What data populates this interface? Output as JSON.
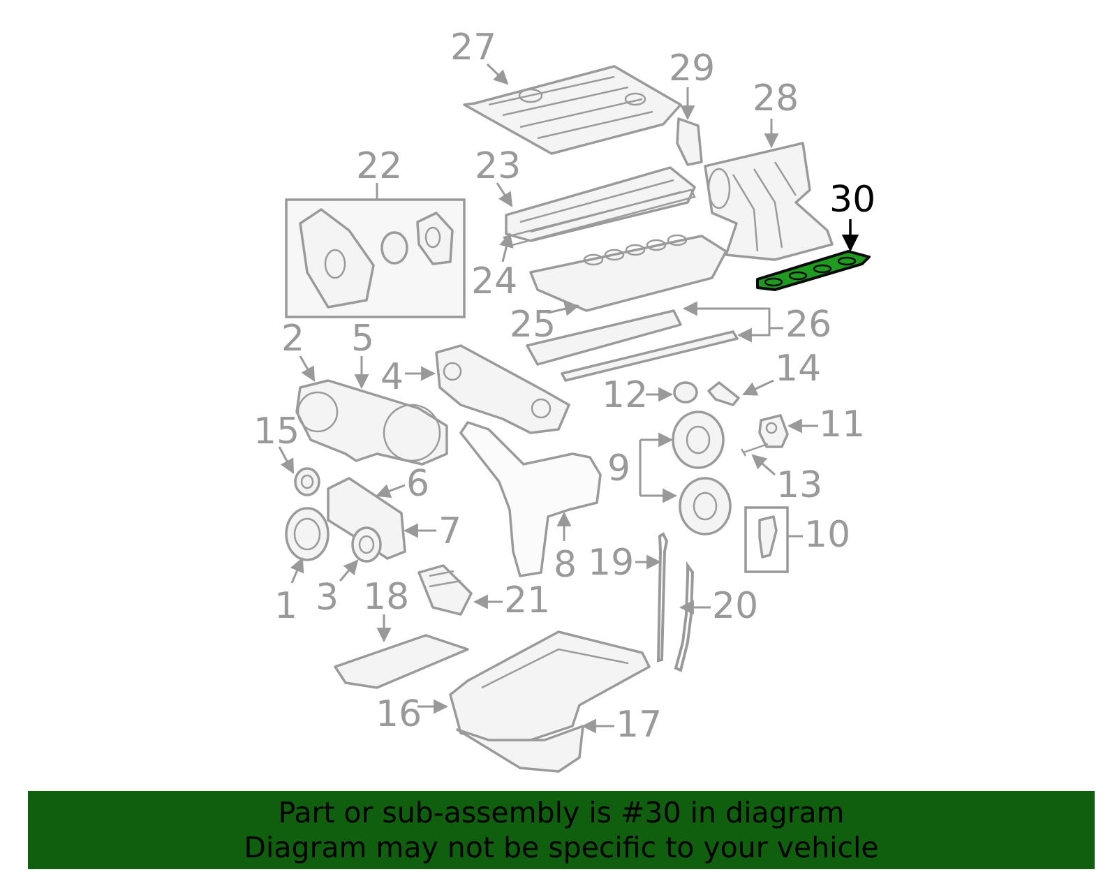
{
  "diagram": {
    "callouts": [
      "1",
      "2",
      "3",
      "4",
      "5",
      "6",
      "7",
      "8",
      "9",
      "10",
      "11",
      "12",
      "13",
      "14",
      "15",
      "16",
      "17",
      "18",
      "19",
      "20",
      "21",
      "22",
      "23",
      "24",
      "25",
      "26",
      "27",
      "28",
      "29",
      "30"
    ],
    "highlighted_callout": "30"
  },
  "banner": {
    "line1": "Part or sub-assembly is #30 in diagram",
    "line2": "Diagram may not be specific to your vehicle",
    "background": "#0f5f0f",
    "highlight_color": "#1f9b1f"
  }
}
